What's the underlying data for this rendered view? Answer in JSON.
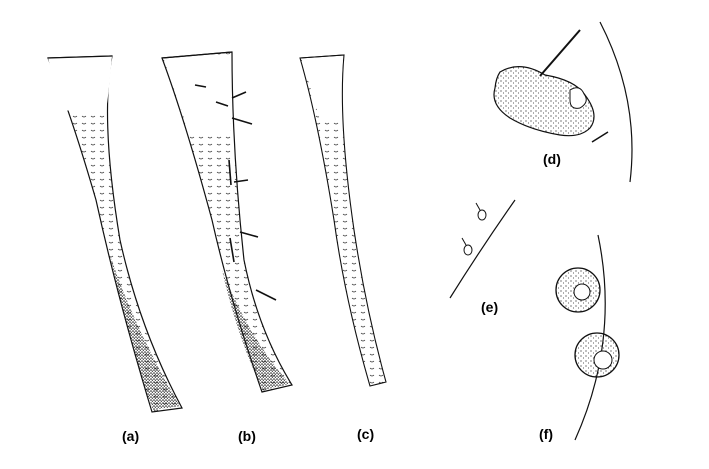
{
  "figure": {
    "panels": [
      {
        "id": "a",
        "label": "(a)"
      },
      {
        "id": "b",
        "label": "(b)"
      },
      {
        "id": "c",
        "label": "(c)"
      },
      {
        "id": "d",
        "label": "(d)"
      },
      {
        "id": "e",
        "label": "(e)"
      },
      {
        "id": "f",
        "label": "(f)"
      }
    ],
    "ink_color": "#111111"
  }
}
